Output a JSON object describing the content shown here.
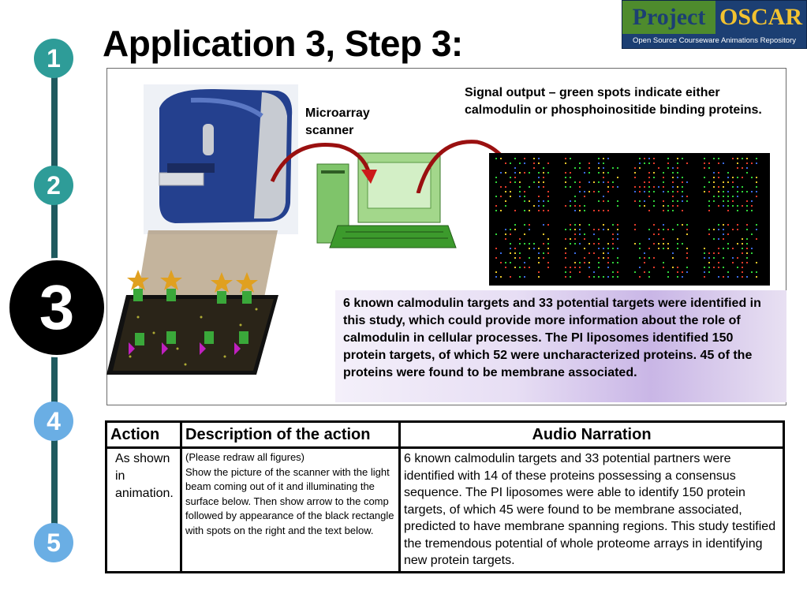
{
  "header": {
    "title": "Application 3, Step 3:"
  },
  "logo": {
    "word1": "Project",
    "word2": "OSCAR",
    "tagline": "Open Source Courseware Animations Repository"
  },
  "steps": [
    "1",
    "2",
    "3",
    "4",
    "5"
  ],
  "colors": {
    "teal": "#2e9c98",
    "blue": "#6aaee4",
    "active": "#000000",
    "timeline": "#1f5a5f"
  },
  "panel": {
    "scanner_label": "Microarray scanner",
    "signal_label": "Signal output – green spots indicate either calmodulin or phosphoinositide binding proteins.",
    "info_text": "6 known calmodulin targets and 33 potential targets were identified in this study, which could provide more information about the role of calmodulin in cellular processes. The PI liposomes identified 150 protein targets, of which 52 were uncharacterized proteins. 45 of the proteins were found to be membrane associated."
  },
  "table": {
    "headers": {
      "action": "Action",
      "description": "Description of the action",
      "narration": "Audio Narration"
    },
    "action": "As shown in animation.",
    "description": "(Please redraw all figures)\nShow the picture of the scanner with the light beam coming out of it and illuminating the surface below. Then show arrow to the comp followed by appearance of the black rectangle with spots on the right and the text below.",
    "narration": "6 known calmodulin targets and 33 potential partners were identified with 14 of these proteins possessing a consensus sequence. The PI liposomes were able to identify 150 protein targets, of which 45 were found to be membrane associated, predicted to have membrane spanning regions. This study testified the tremendous potential of whole proteome arrays in identifying new protein  targets."
  }
}
